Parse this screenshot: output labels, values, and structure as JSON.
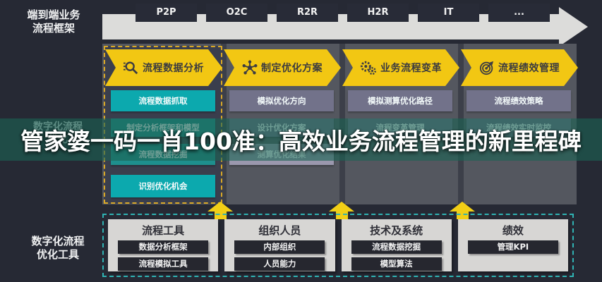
{
  "banner": {
    "text": "管家婆一码一肖100准：高效业务流程管理的新里程碑"
  },
  "sidebar": {
    "top_label_line1": "端到端业务",
    "top_label_line2": "流程框架",
    "mid_label_line1": "数字化流程",
    "mid_label_line2": "优化",
    "bottom_label_line1": "数字化流程",
    "bottom_label_line2": "优化工具"
  },
  "top_flow": {
    "segments": [
      "P2P",
      "O2C",
      "R2R",
      "H2R",
      "IT",
      "..."
    ]
  },
  "phases": [
    {
      "label": "流程数据分析",
      "icon": "search-icon",
      "items": [
        "流程数据抓取",
        "制定分析框架和模型",
        "流程数据挖掘",
        "识别优化机会"
      ]
    },
    {
      "label": "制定优化方案",
      "icon": "network-icon",
      "items": [
        "模拟优化方向",
        "设计优化方案",
        "测算优化结果"
      ]
    },
    {
      "label": "业务流程变革",
      "icon": "gears-icon",
      "items": [
        "模拟测算优化路径",
        "流程变革管理"
      ]
    },
    {
      "label": "流程绩效管理",
      "icon": "target-icon",
      "items": [
        "流程绩效策略",
        "流程绩效实时监控"
      ]
    }
  ],
  "bottom_groups": [
    {
      "title": "流程工具",
      "items": [
        "数据分析框架",
        "流程模拟工具"
      ]
    },
    {
      "title": "组织人员",
      "items": [
        "内部组织",
        "人员能力"
      ]
    },
    {
      "title": "技术及系统",
      "items": [
        "流程数据挖掘",
        "模型算法"
      ]
    },
    {
      "title": "绩效",
      "items": [
        "管理KPI"
      ]
    }
  ],
  "colors": {
    "accent_yellow": "#f2c713",
    "teal_bright": "#0ca9ae",
    "teal_mid": "#1e8f8d",
    "lavender": "#72728a",
    "banner_overlay": "#1c6354",
    "panel_gray": "#54575f",
    "background": "#262934"
  }
}
